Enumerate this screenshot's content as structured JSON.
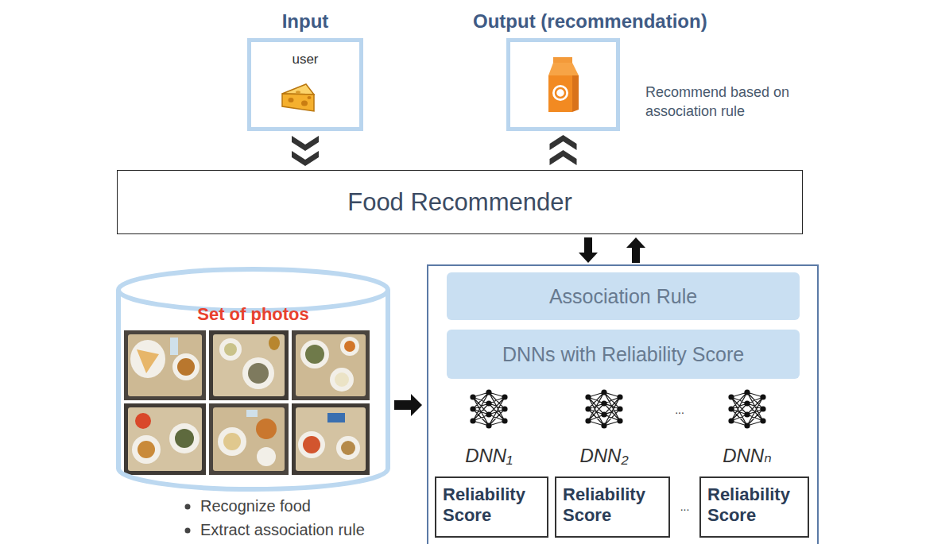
{
  "diagram": {
    "nodes": [
      {
        "text": [
          "Input",
          "user"
        ]
      },
      {
        "text": [
          "Output (recommendation)"
        ]
      },
      {
        "text": [
          "Food Recommender"
        ]
      },
      {
        "text": [
          "Set of photos"
        ]
      },
      {
        "text": []
      },
      {
        "text": [
          "Association Rule"
        ],
        "in": 4
      },
      {
        "text": [
          "DNNs with Reliability Score"
        ],
        "in": 4
      },
      {
        "text": [
          "Reliability Score"
        ],
        "in": 4
      },
      {
        "text": [
          "Reliability Score"
        ],
        "in": 4
      },
      {
        "text": [
          "Reliability Score"
        ],
        "in": 4
      }
    ],
    "edges": [
      {
        "from": 0,
        "to": 2,
        "arrow": "to"
      },
      {
        "from": 2,
        "to": 1,
        "arrow": "to"
      },
      {
        "from": 2,
        "to": 4,
        "arrow": "to"
      },
      {
        "from": 4,
        "to": 2,
        "arrow": "to"
      },
      {
        "from": 3,
        "to": 4,
        "arrow": "to"
      }
    ],
    "labels": [
      "Recommend based on association rule",
      "DNN₁",
      "DNN₂",
      "...",
      "DNNₙ",
      "...",
      "Recognize food",
      "Extract association rule"
    ]
  }
}
